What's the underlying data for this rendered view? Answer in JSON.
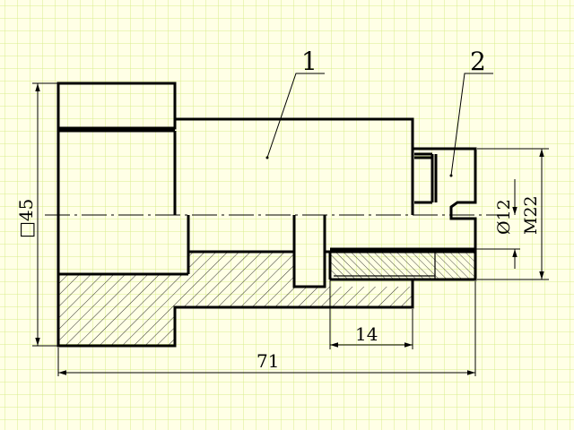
{
  "drawing": {
    "callouts": {
      "part1": "1",
      "part2": "2"
    },
    "dimensions": {
      "square": "□45",
      "bore": "Ø12",
      "thread": "M22",
      "length_short": "14",
      "length_total": "71"
    }
  },
  "colors": {
    "background": "#ffffe6",
    "grid": "#d8ec8c",
    "line": "#000000"
  }
}
